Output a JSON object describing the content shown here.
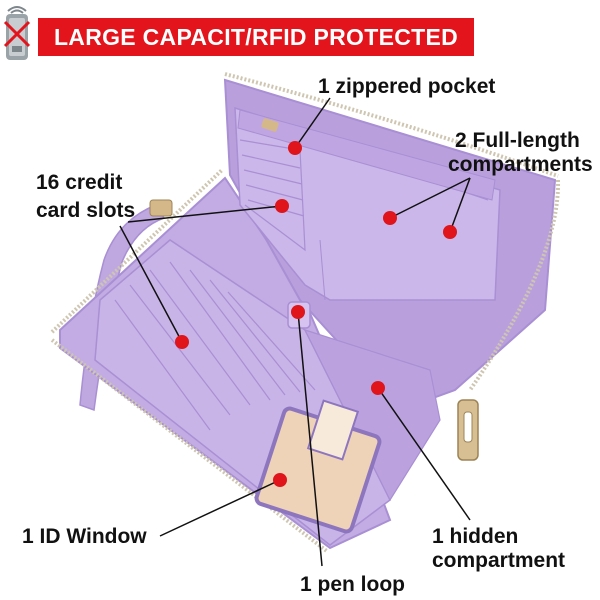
{
  "banner": {
    "text": "LARGE CAPACIT/RFID PROTECTED"
  },
  "labels": {
    "zippered_pocket": "1 zippered pocket",
    "full_length_line1": "2 Full-length",
    "full_length_line2": "compartments",
    "credit_line1": "16 credit",
    "credit_line2": "card slots",
    "id_window": "1 ID Window",
    "hidden_line1": "1 hidden",
    "hidden_line2": "compartment",
    "pen_loop": "1 pen loop"
  },
  "icons": {
    "rfid": "rfid-card-icon"
  },
  "colors": {
    "banner": "#e3141b",
    "wallet_purple": "#c8b3e6",
    "wallet_dark": "#a98fd3",
    "marker": "#e0141b",
    "zipper": "#d4b88a",
    "id_window": "#eed3b8"
  }
}
